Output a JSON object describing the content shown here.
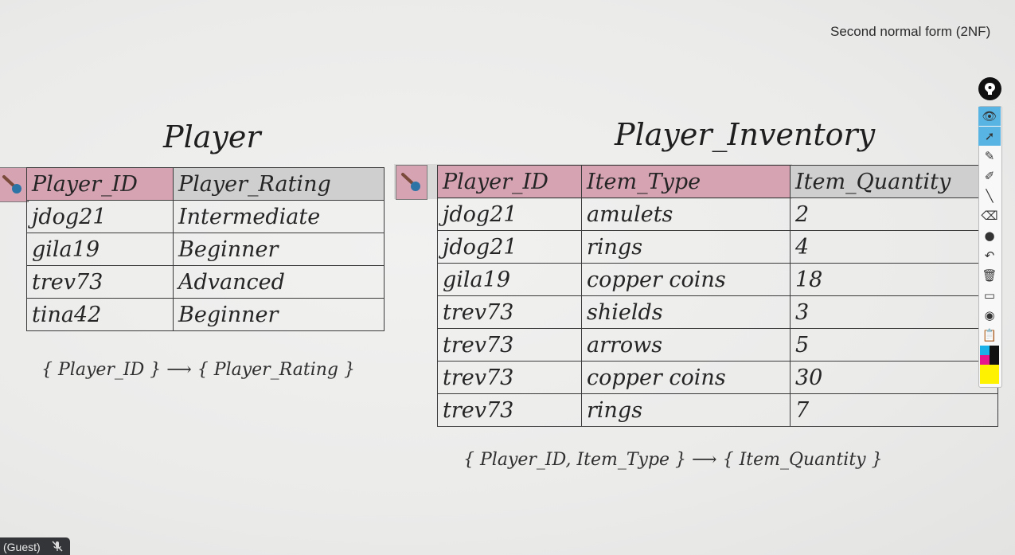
{
  "page_title": "Second normal form (2NF)",
  "player": {
    "title": "Player",
    "headers": [
      "Player_ID",
      "Player_Rating"
    ],
    "rows": [
      [
        "jdog21",
        "Intermediate"
      ],
      [
        "gila19",
        "Beginner"
      ],
      [
        "trev73",
        "Advanced"
      ],
      [
        "tina42",
        "Beginner"
      ]
    ],
    "dependency": "{ Player_ID } ⟶ { Player_Rating }"
  },
  "inventory": {
    "title": "Player_Inventory",
    "headers": [
      "Player_ID",
      "Item_Type",
      "Item_Quantity"
    ],
    "rows": [
      [
        "jdog21",
        "amulets",
        "2"
      ],
      [
        "jdog21",
        "rings",
        "4"
      ],
      [
        "gila19",
        "copper coins",
        "18"
      ],
      [
        "trev73",
        "shields",
        "3"
      ],
      [
        "trev73",
        "arrows",
        "5"
      ],
      [
        "trev73",
        "copper coins",
        "30"
      ],
      [
        "trev73",
        "rings",
        "7"
      ]
    ],
    "dependency": "{ Player_ID, Item_Type } ⟶ { Item_Quantity }"
  },
  "toolbar": {
    "tools": [
      "eye-icon",
      "cursor-icon",
      "highlighter-icon",
      "marker-icon",
      "line-icon",
      "eraser-icon",
      "dot-icon",
      "undo-icon",
      "trash-icon",
      "board-icon",
      "camera-icon",
      "clipboard-icon"
    ],
    "active_tools": [
      "eye-icon",
      "cursor-icon"
    ],
    "swatches": [
      "#1ab0e8",
      "#111111",
      "#e8168b",
      "#111111",
      "#fff200",
      "#fff200"
    ]
  },
  "guest": {
    "label": "(Guest)"
  },
  "colors": {
    "primary_key": "#d6a3b3",
    "header": "#cfcfcf",
    "tool_active": "#58b4e3"
  }
}
